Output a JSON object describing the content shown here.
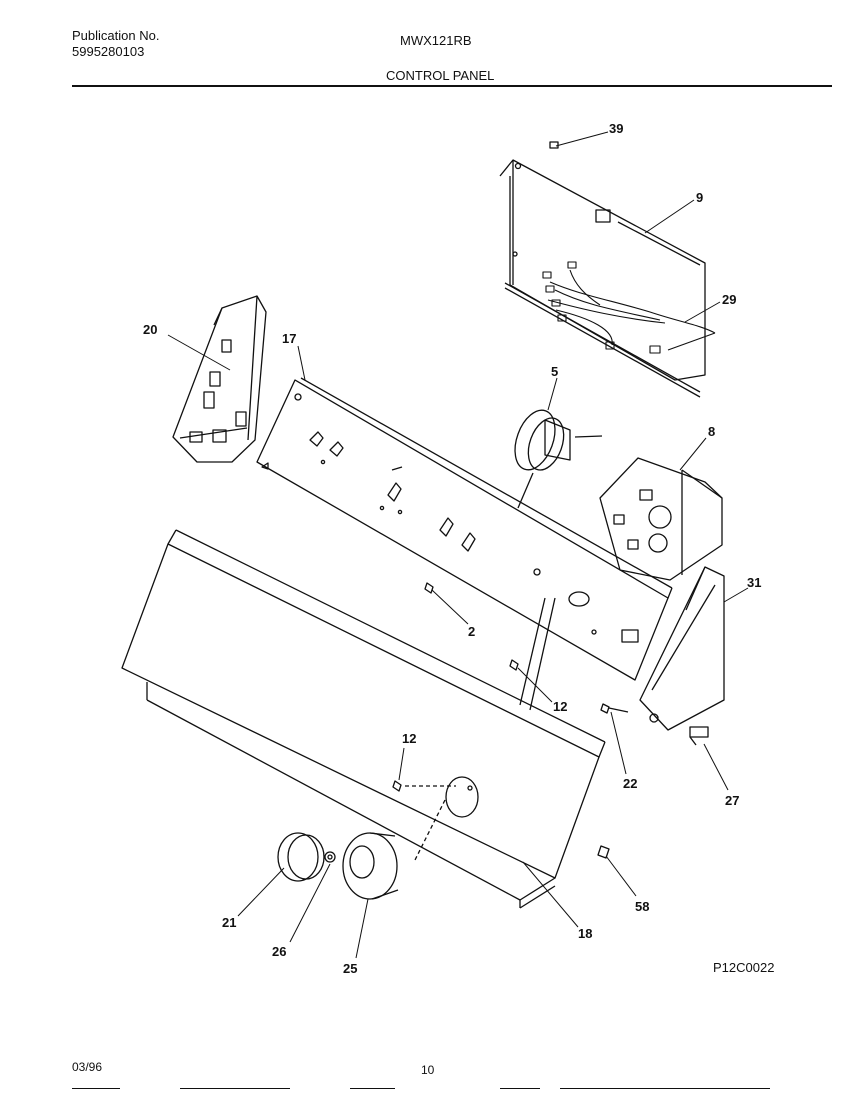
{
  "header": {
    "publication_label": "Publication No.",
    "publication_number": "5995280103",
    "model": "MWX121RB",
    "section_title": "CONTROL PANEL"
  },
  "callouts": {
    "c39": "39",
    "c9": "9",
    "c29": "29",
    "c20": "20",
    "c17": "17",
    "c5": "5",
    "c8": "8",
    "c31": "31",
    "c2": "2",
    "c12a": "12",
    "c12b": "12",
    "c22": "22",
    "c27": "27",
    "c58": "58",
    "c21": "21",
    "c26": "26",
    "c25": "25",
    "c18": "18"
  },
  "diagram_code": "P12C0022",
  "footer": {
    "date": "03/96",
    "page_number": "10"
  }
}
